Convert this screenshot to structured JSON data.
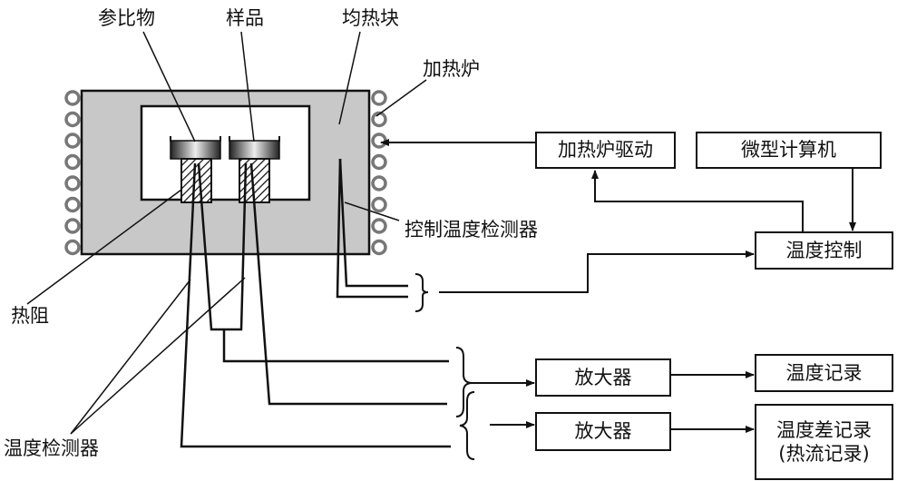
{
  "labels": {
    "reference": "参比物",
    "sample": "样品",
    "soaking_block": "均热块",
    "furnace": "加热炉",
    "control_sensor": "控制温度检测器",
    "thermal_resistance": "热阻",
    "temp_sensor": "温度检测器"
  },
  "boxes": {
    "furnace_driver": "加热炉驱动",
    "microcomputer": "微型计算机",
    "temp_control": "温度控制",
    "amplifier1": "放大器",
    "amplifier2": "放大器",
    "temp_record": "温度记录",
    "diff_record_line1": "温度差记录",
    "diff_record_line2": "(热流记录)"
  },
  "colors": {
    "furnace_fill": "#c8c8c8",
    "coil": "#777777",
    "line": "#111111"
  }
}
